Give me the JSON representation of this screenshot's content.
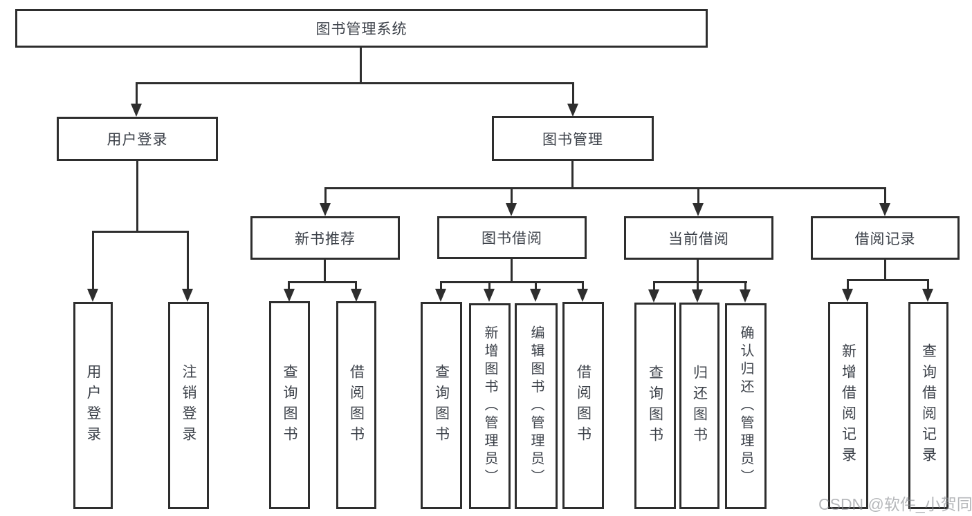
{
  "root_label": "图书管理系统",
  "user_login": {
    "label": "用户登录",
    "children": [
      "用户登录",
      "注销登录"
    ]
  },
  "book_mgmt": {
    "label": "图书管理",
    "sections": [
      {
        "label": "新书推荐",
        "children": [
          "查询图书",
          "借阅图书"
        ]
      },
      {
        "label": "图书借阅",
        "children": [
          "查询图书",
          "新增图书（管理员）",
          "编辑图书（管理员）",
          "借阅图书"
        ]
      },
      {
        "label": "当前借阅",
        "children": [
          "查询图书",
          "归还图书",
          "确认归还（管理员）"
        ]
      },
      {
        "label": "借阅记录",
        "children": [
          "新增借阅记录",
          "查询借阅记录"
        ]
      }
    ]
  },
  "watermark": "CSDN @软件_小贺同学",
  "colors": {
    "line": "#2e2e2e",
    "text": "#3d424a",
    "box_bg": "#ffffff",
    "watermark": "#878b90"
  }
}
